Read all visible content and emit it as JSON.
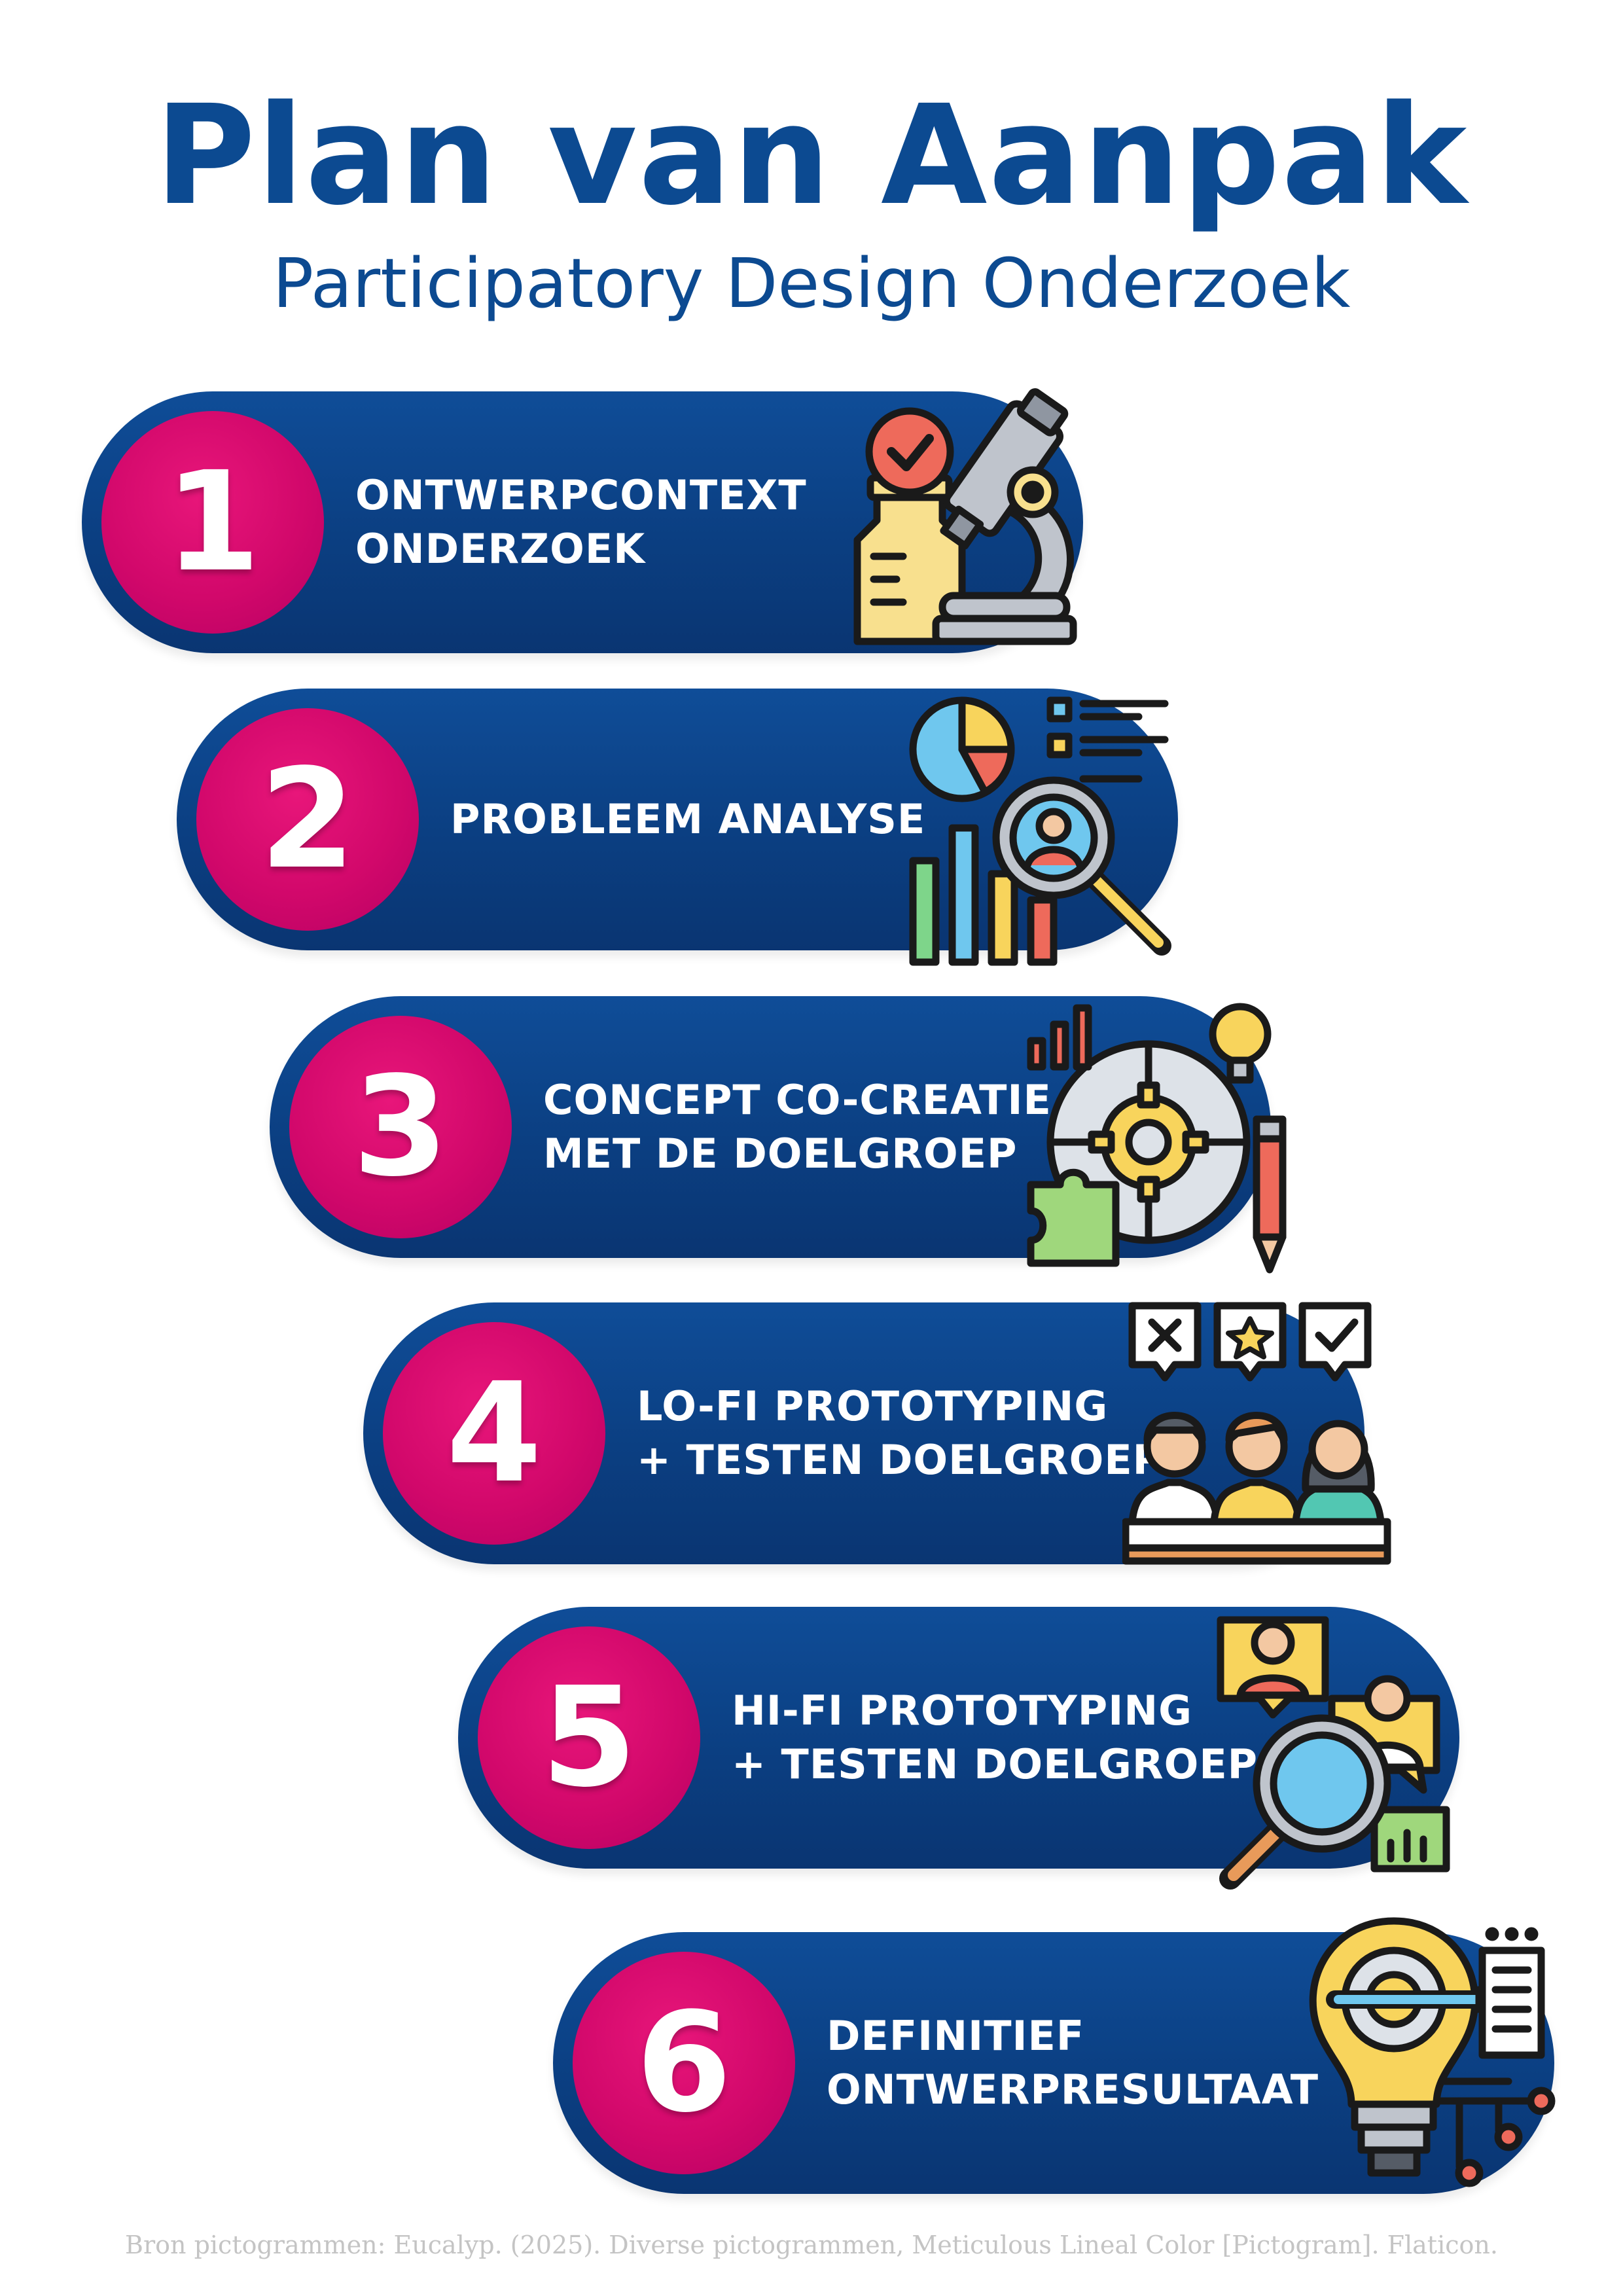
{
  "header": {
    "title": "Plan van Aanpak",
    "subtitle": "Participatory Design Onderzoek"
  },
  "steps": [
    {
      "number": "1",
      "lines": [
        "ONTWERPCONTEXT",
        "ONDERZOEK"
      ],
      "icon": "microscope-checklist-icon"
    },
    {
      "number": "2",
      "lines": [
        "PROBLEEM ANALYSE"
      ],
      "icon": "data-analysis-magnifier-icon"
    },
    {
      "number": "3",
      "lines": [
        "CONCEPT CO-CREATIE",
        "MET DE DOELGROEP"
      ],
      "icon": "gear-lightbulb-puzzle-icon"
    },
    {
      "number": "4",
      "lines": [
        "LO-FI PROTOTYPING",
        "+ TESTEN DOELGROEP"
      ],
      "icon": "focus-group-feedback-icon"
    },
    {
      "number": "5",
      "lines": [
        "HI-FI PROTOTYPING",
        "+ TESTEN DOELGROEP"
      ],
      "icon": "user-research-magnifier-icon"
    },
    {
      "number": "6",
      "lines": [
        "DEFINITIEF",
        "ONTWERPRESULTAAT"
      ],
      "icon": "lightbulb-gear-blueprint-icon"
    }
  ],
  "footer": {
    "credit": "Bron pictogrammen: Eucalyp. (2025). Diverse pictogrammen, Meticulous Lineal Color [Pictogram]. Flaticon."
  },
  "colors": {
    "title": "#0c4a91",
    "pill": "#0c4287",
    "number_circle": "#d2086b",
    "footer": "#c4c4c4"
  }
}
